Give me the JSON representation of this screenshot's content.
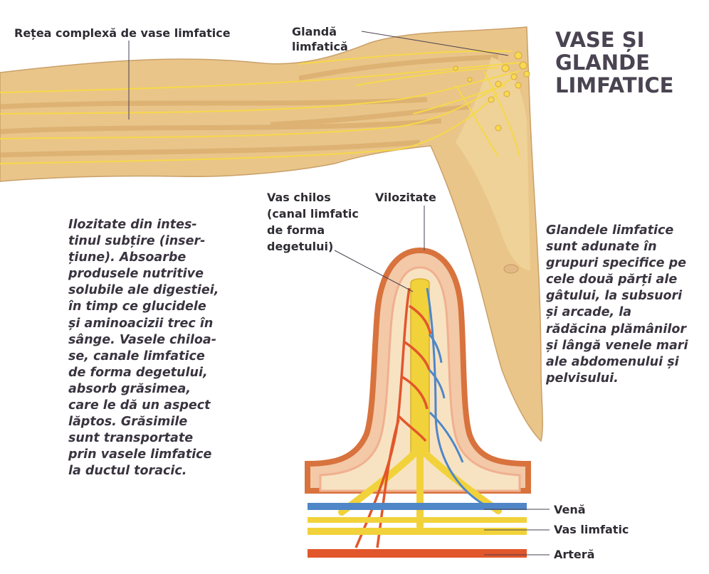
{
  "title": [
    "VASE ȘI",
    "GLANDE",
    "LIMFATICE"
  ],
  "labels": {
    "network": "Rețea complexă de vase limfatice",
    "gland": [
      "Glandă",
      "limfatică"
    ],
    "chyle_vessel": [
      "Vas chilos",
      "(canal limfatic",
      "de forma",
      "degetului)"
    ],
    "villus": "Vilozitate",
    "vein": "Venă",
    "lymph_vessel": "Vas limfatic",
    "artery": "Arteră"
  },
  "left_text": [
    "Ilozitate din intes-",
    "tinul subțire (inser-",
    "țiune). Absoarbe",
    "produsele nutritive",
    "solubile ale digestiei,",
    "în timp ce glucidele",
    "și aminoacizii trec în",
    "sânge. Vasele chiloa-",
    "se, canale limfatice",
    "de forma degetului,",
    "absorb grăsimea,",
    "care le dă un aspect",
    "lăptos. Grăsimile",
    "sunt transportate",
    "prin vasele limfatice",
    "la ductul toracic."
  ],
  "right_text": [
    "Glandele limfatice",
    "sunt adunate în",
    "grupuri specifice pe",
    "cele două părți ale",
    "gâtului, la subsuori",
    "și arcade, la",
    "rădăcina plămânilor",
    "și lângă venele mari",
    "ale abdomenului și",
    "pelvisului."
  ],
  "colors": {
    "skin": "#e9c58a",
    "skin_dark": "#d9a766",
    "lymph": "#f1d23a",
    "artery": "#e2562b",
    "vein": "#4f86c7",
    "villus_wall": "#e89a70"
  }
}
